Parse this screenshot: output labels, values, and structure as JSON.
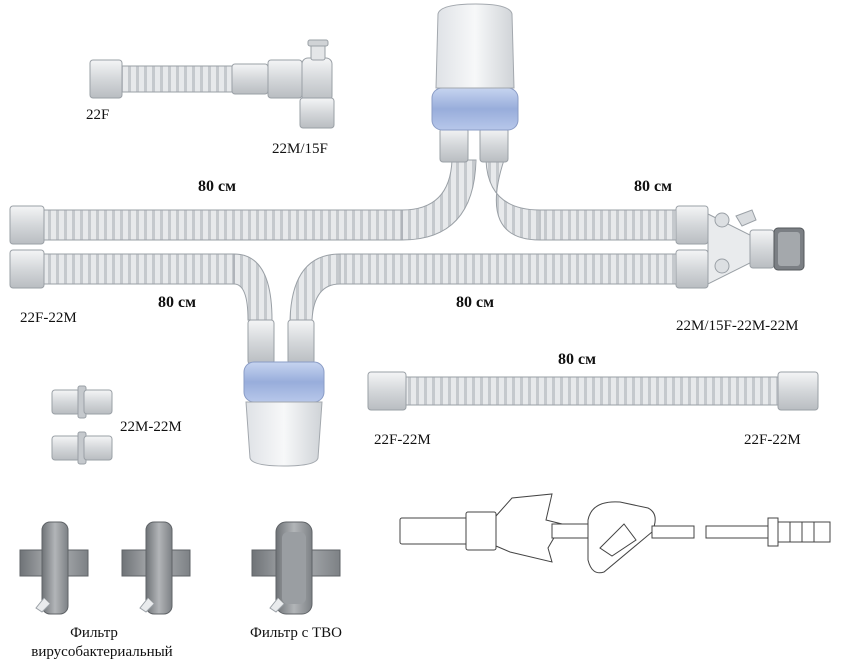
{
  "labels": {
    "angled_connector_end_a": "22F",
    "angled_connector_end_b": "22M/15F",
    "tube_top_left_length": "80 см",
    "tube_top_right_length": "80 см",
    "tube_bottom_left_length": "80 см",
    "tube_bottom_right_length": "80 см",
    "circuit_left_ends": "22F-22M",
    "circuit_right_ends": "22M/15F-22M-22M",
    "straight_tube_length": "80 см",
    "straight_tube_end_left": "22F-22M",
    "straight_tube_end_right": "22F-22M",
    "adapter_type": "22M-22M",
    "filter_label_line1": "Фильтр",
    "filter_label_line2": "вирусобактериальный",
    "hme_filter_label": "Фильтр с ТВО"
  },
  "colors": {
    "tube_fill": "#e4e6e8",
    "tube_stroke": "#9aa0a6",
    "cup_band": "#a9bde6",
    "filter_grey": "#8f9397"
  }
}
